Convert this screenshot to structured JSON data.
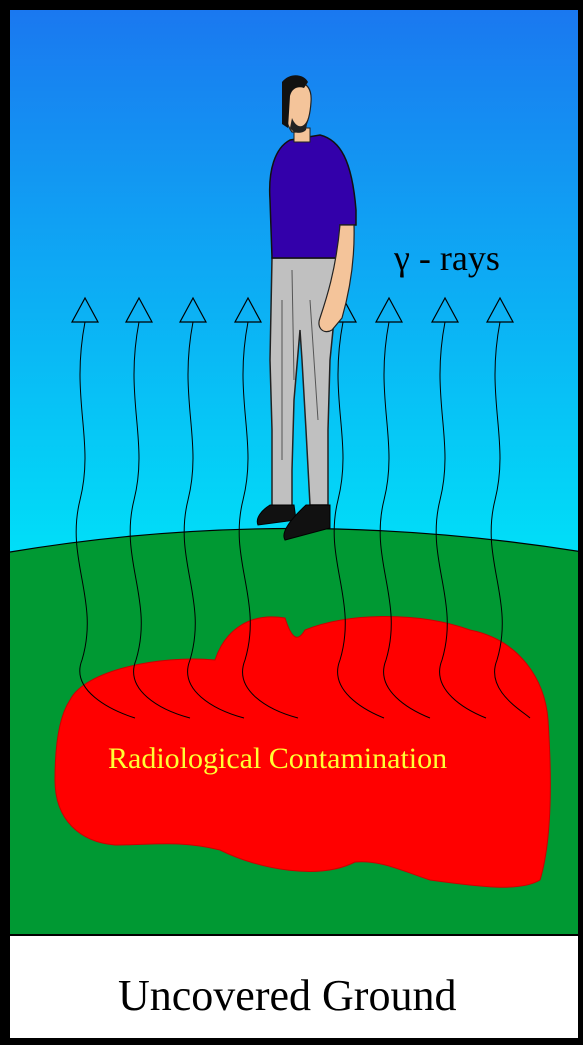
{
  "diagram": {
    "gamma_label": "γ - rays",
    "contamination_label": "Radiological Contamination",
    "caption": "Uncovered Ground"
  },
  "colors": {
    "sky_top": "#1a78f0",
    "sky_bottom": "#00e0f8",
    "ground": "#009933",
    "contamination": "#ff0000",
    "contamination_text": "#ffff33",
    "shirt": "#3300aa",
    "trousers": "#c0c0c0",
    "skin": "#f4c49a",
    "hair": "#111111",
    "frame": "#000000"
  },
  "icons": [
    "person-figure",
    "gamma-ray-arrow"
  ]
}
